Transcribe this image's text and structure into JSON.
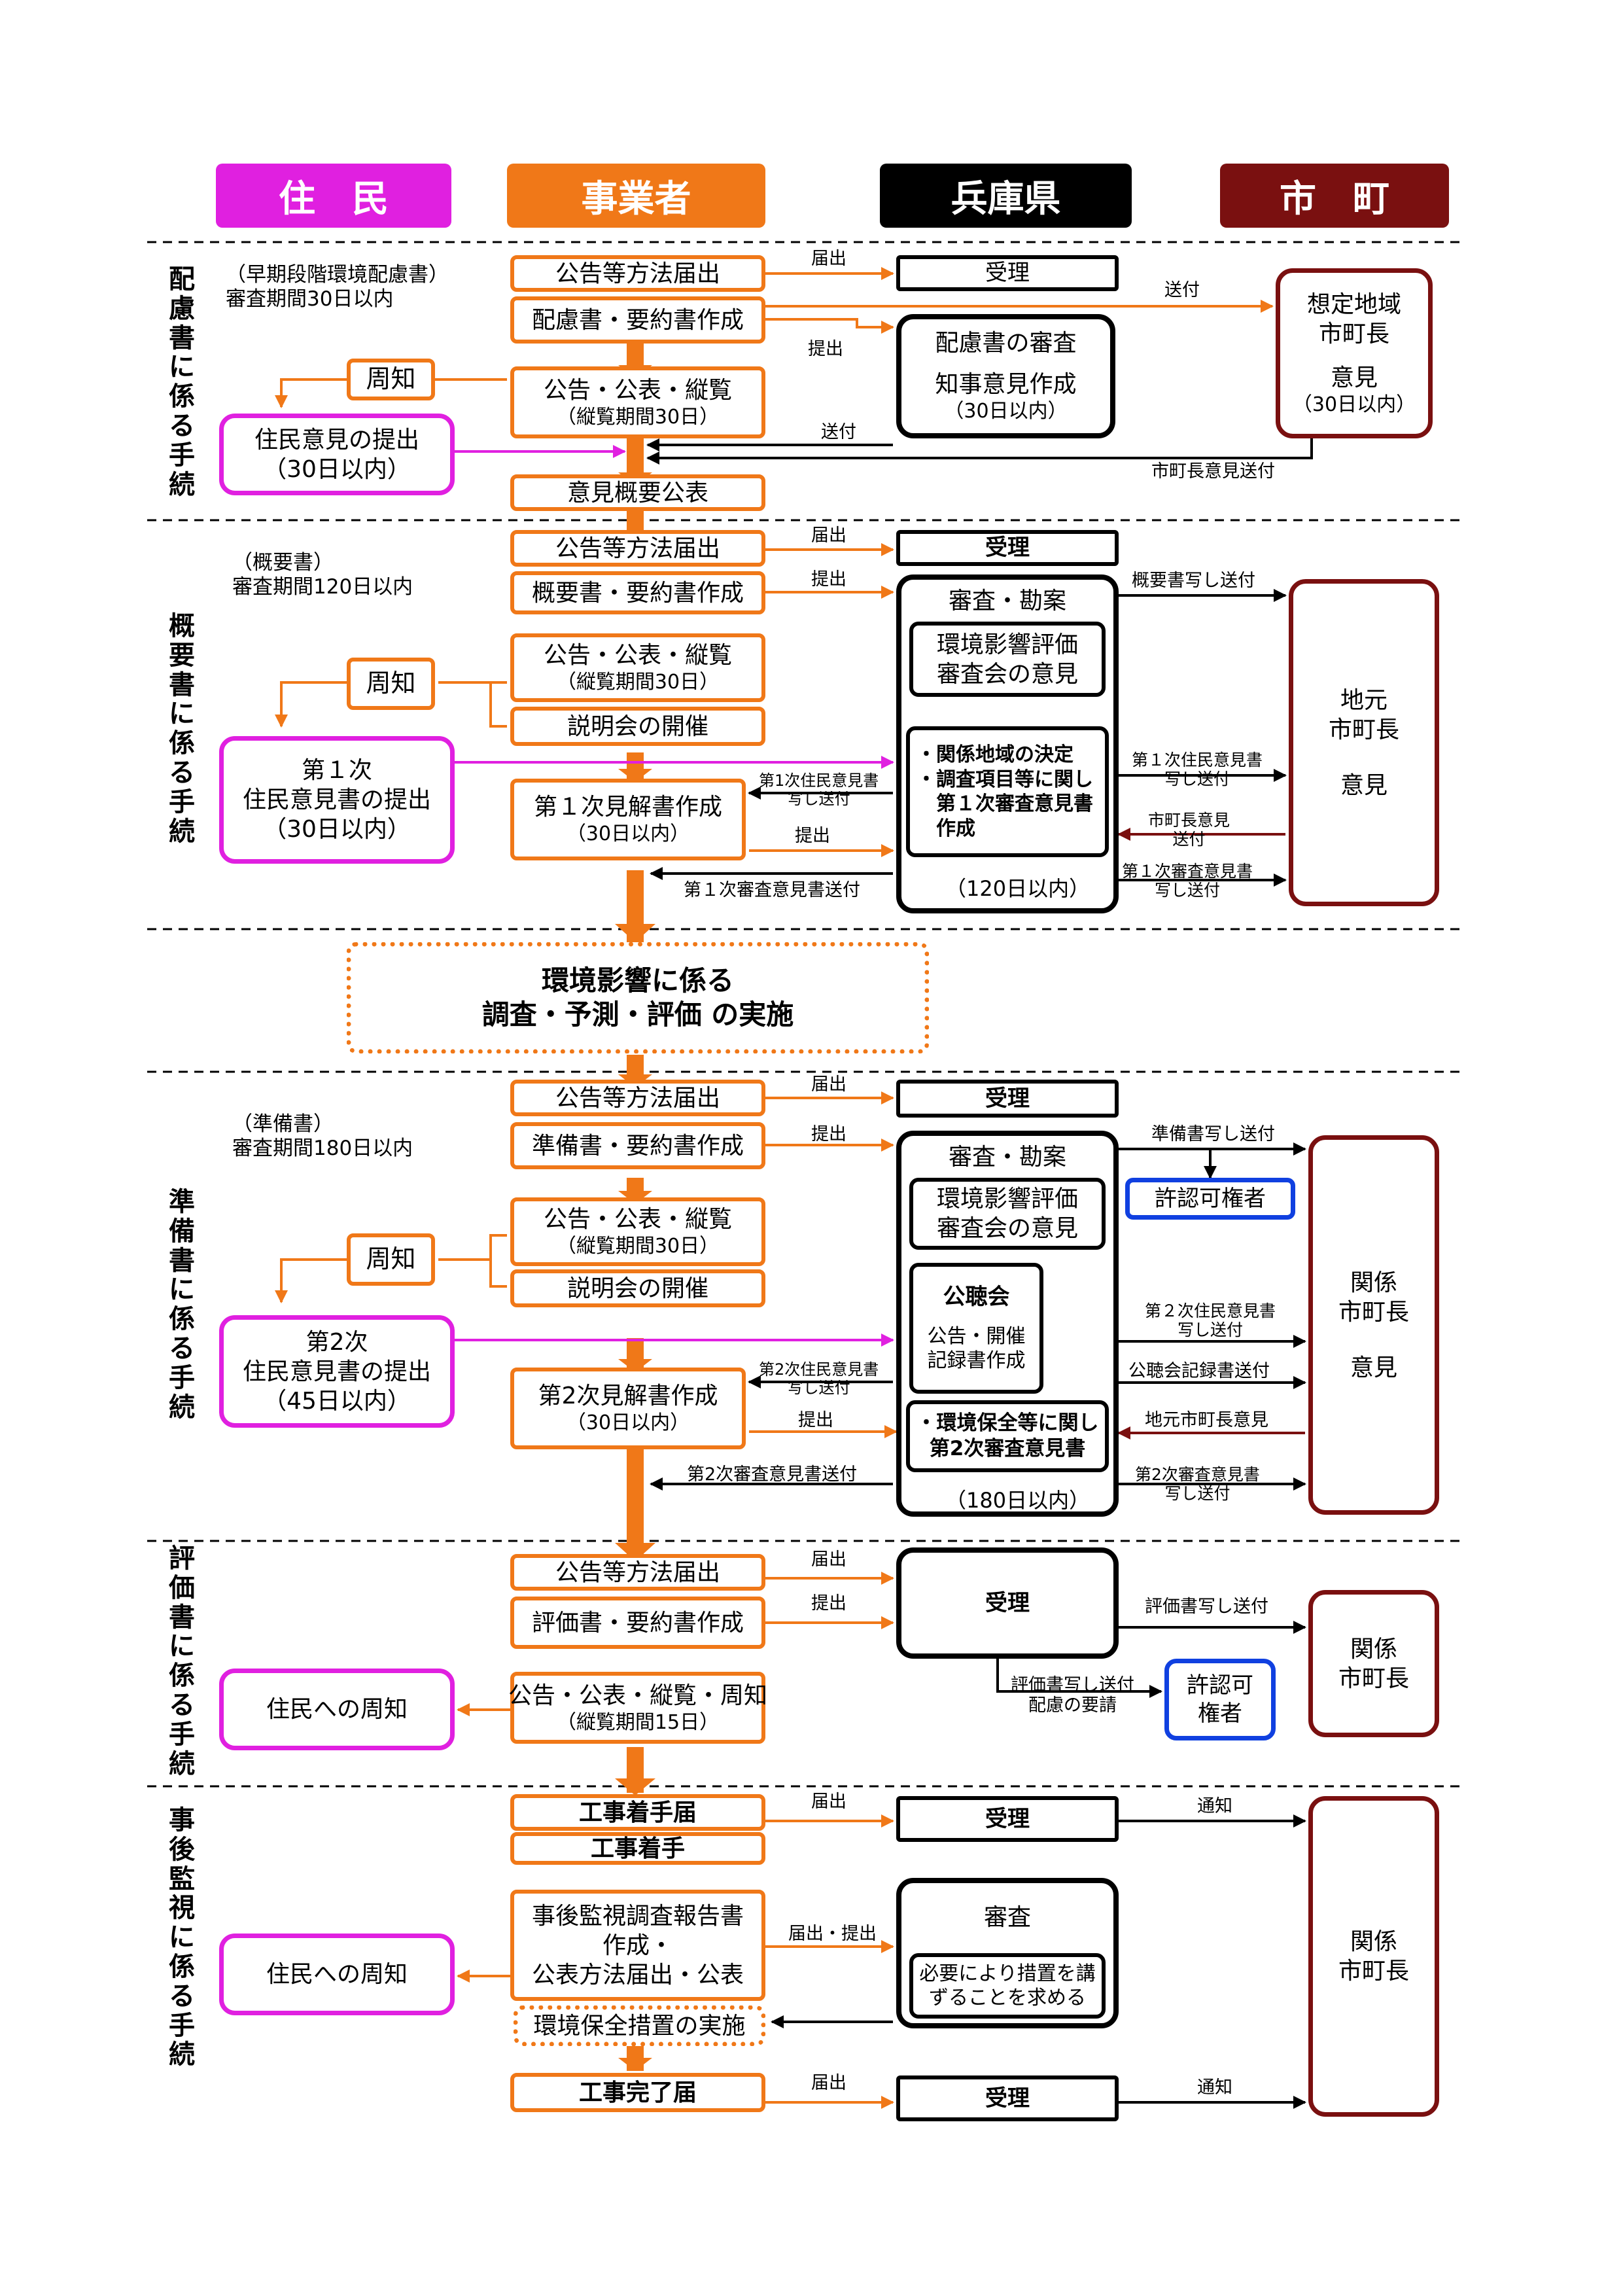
{
  "columns": {
    "residents": "住　民",
    "operator": "事業者",
    "prefecture": "兵庫県",
    "municipality": "市　町"
  },
  "colors": {
    "residents": "#e020e0",
    "operator": "#f07818",
    "prefecture": "#000000",
    "municipality": "#7a1010",
    "permit": "#1040e0"
  },
  "sections": [
    "配慮書に係る手続",
    "概要書に係る手続",
    "準備書に係る手続",
    "評価書に係る手続",
    "事後監視に係る手続"
  ],
  "s1": {
    "note1": "（早期段階環境配慮書）",
    "note2": "審査期間30日以内",
    "op1": "公告等方法届出",
    "op2": "配慮書・要約書作成",
    "op3a": "公告・公表・縦覧",
    "op3b": "（縦覧期間30日）",
    "op4": "意見概要公表",
    "pref_accept": "受理",
    "pref_review1": "配慮書の審査",
    "pref_review2": "知事意見作成",
    "pref_review3": "（30日以内）",
    "mun1": "想定地域",
    "mun2": "市町長",
    "mun3": "意見",
    "mun4": "（30日以内）",
    "notice": "周知",
    "res1": "住民意見の提出",
    "res2": "（30日以内）",
    "l_todoke": "届出",
    "l_teishutsu": "提出",
    "l_soufu": "送付",
    "l_soufu2": "送付",
    "l_mayor": "市町長意見送付"
  },
  "s2": {
    "note1": "（概要書）",
    "note2": "審査期間120日以内",
    "op1": "公告等方法届出",
    "op2": "概要書・要約書作成",
    "op3a": "公告・公表・縦覧",
    "op3b": "（縦覧期間30日）",
    "op4": "説明会の開催",
    "op5a": "第１次見解書作成",
    "op5b": "（30日以内）",
    "pref_accept": "受理",
    "pref_title": "審査・勘案",
    "pref_inner1": "環境影響評価",
    "pref_inner2": "審査会の意見",
    "pref_b1": "・関係地域の決定",
    "pref_b2": "・調査項目等に関し",
    "pref_b3": "　第１次審査意見書",
    "pref_b4": "　作成",
    "pref_days": "（120日以内）",
    "mun1": "地元",
    "mun2": "市町長",
    "mun3": "意見",
    "notice": "周知",
    "res1": "第１次",
    "res2": "住民意見書の提出",
    "res3": "（30日以内）",
    "l_todoke": "届出",
    "l_teishutsu": "提出",
    "l_copy": "概要書写し送付",
    "l_res_copy1": "第1次住民意見書",
    "l_res_copy2": "写し送付",
    "l_teishutsu2": "提出",
    "l_to_mun1": "第１次住民意見書",
    "l_to_mun2": "写し送付",
    "l_from_mun1": "市町長意見",
    "l_from_mun2": "送付",
    "l_opinion_send": "第１次審査意見書送付",
    "l_to_mun3": "第１次審査意見書",
    "l_to_mun4": "写し送付"
  },
  "middle": {
    "line1": "環境影響に係る",
    "line2": "調査・予測・評価 の実施"
  },
  "s3": {
    "note1": "（準備書）",
    "note2": "審査期間180日以内",
    "op1": "公告等方法届出",
    "op2": "準備書・要約書作成",
    "op3a": "公告・公表・縦覧",
    "op3b": "（縦覧期間30日）",
    "op4": "説明会の開催",
    "op5a": "第2次見解書作成",
    "op5b": "（30日以内）",
    "pref_accept": "受理",
    "pref_title": "審査・勘案",
    "pref_inner1": "環境影響評価",
    "pref_inner2": "審査会の意見",
    "hearing1": "公聴会",
    "hearing2": "公告・開催",
    "hearing3": "記録書作成",
    "pref_b1": "・環境保全等に関し",
    "pref_b2": "第2次審査意見書",
    "pref_days": "（180日以内）",
    "permit": "許認可権者",
    "mun1": "関係",
    "mun2": "市町長",
    "mun3": "意見",
    "notice": "周知",
    "res1": "第2次",
    "res2": "住民意見書の提出",
    "res3": "（45日以内）",
    "l_todoke": "届出",
    "l_teishutsu": "提出",
    "l_copy": "準備書写し送付",
    "l_res_copy1": "第2次住民意見書",
    "l_res_copy2": "写し送付",
    "l_teishutsu2": "提出",
    "l_to_mun1": "第２次住民意見書",
    "l_to_mun2": "写し送付",
    "l_hearing": "公聴会記録書送付",
    "l_from_mun": "地元市町長意見",
    "l_opinion_send": "第2次審査意見書送付",
    "l_to_mun3": "第2次審査意見書",
    "l_to_mun4": "写し送付"
  },
  "s4": {
    "op1": "公告等方法届出",
    "op2": "評価書・要約書作成",
    "op3a": "公告・公表・縦覧・周知",
    "op3b": "（縦覧期間15日）",
    "pref_accept": "受理",
    "permit1": "許認可",
    "permit2": "権者",
    "mun1": "関係",
    "mun2": "市町長",
    "res": "住民への周知",
    "l_todoke": "届出",
    "l_teishutsu": "提出",
    "l_copy": "評価書写し送付",
    "l_permit1": "評価書写し送付",
    "l_permit2": "配慮の要請"
  },
  "s5": {
    "op1": "工事着手届",
    "op2": "工事着手",
    "op3a": "事後監視調査報告書",
    "op3b": "作成・",
    "op3c": "公表方法届出・公表",
    "op4": "環境保全措置の実施",
    "op5": "工事完了届",
    "pref_accept1": "受理",
    "pref_review": "審査",
    "pref_req1": "必要により措置を講",
    "pref_req2": "ずることを求める",
    "pref_accept2": "受理",
    "mun1": "関係",
    "mun2": "市町長",
    "res": "住民への周知",
    "l_todoke": "届出",
    "l_todoke_teishutsu": "届出・提出",
    "l_todoke2": "届出",
    "l_notify1": "通知",
    "l_notify2": "通知"
  }
}
